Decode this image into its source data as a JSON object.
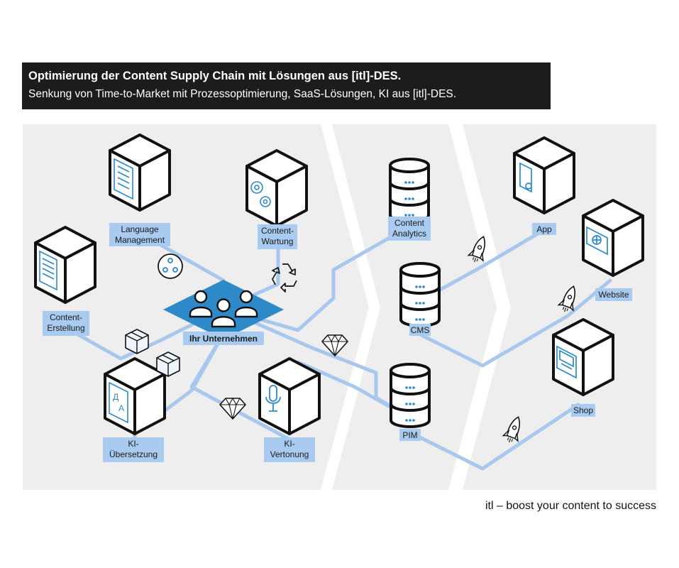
{
  "header": {
    "title": "Optimierung der Content Supply Chain mit Lösungen aus [itl]-DES.",
    "subtitle": "Senkung von Time-to-Market mit Prozessoptimierung, SaaS-Lösungen, KI aus [itl]-DES."
  },
  "colors": {
    "panel": "#eeeeee",
    "connector": "#a7c7ec",
    "label_bg": "#a9cbef",
    "company": "#2d89c8",
    "outline": "#111111"
  },
  "nodes": {
    "language_management": [
      "Language",
      "Management"
    ],
    "content_wartung": [
      "Content-",
      "Wartung"
    ],
    "content_erstellung": [
      "Content-",
      "Erstellung"
    ],
    "company": "Ihr Unternehmen",
    "ki_uebersetzung": [
      "KI-",
      "Übersetzung"
    ],
    "ki_vertonung": [
      "KI-",
      "Vertonung"
    ],
    "content_analytics": [
      "Content",
      "Analytics"
    ],
    "cms": "CMS",
    "pim": "PIM",
    "app": "App",
    "website": "Website",
    "shop": "Shop"
  },
  "icons": {
    "language_management": "checklist-document-icon",
    "content_wartung": "gears-icon",
    "content_erstellung": "document-icon",
    "company": "people-group-icon",
    "ki_uebersetzung": "translation-icon",
    "ki_vertonung": "microphone-icon",
    "databases": "database-icon",
    "app": "smartphone-icon",
    "website": "monitor-globe-icon",
    "shop": "shop-page-icon",
    "flow": [
      "cycle-icon",
      "recycle-icon",
      "package-icon",
      "diamond-icon",
      "rocket-icon"
    ]
  },
  "footer": "itl – boost your content to success"
}
